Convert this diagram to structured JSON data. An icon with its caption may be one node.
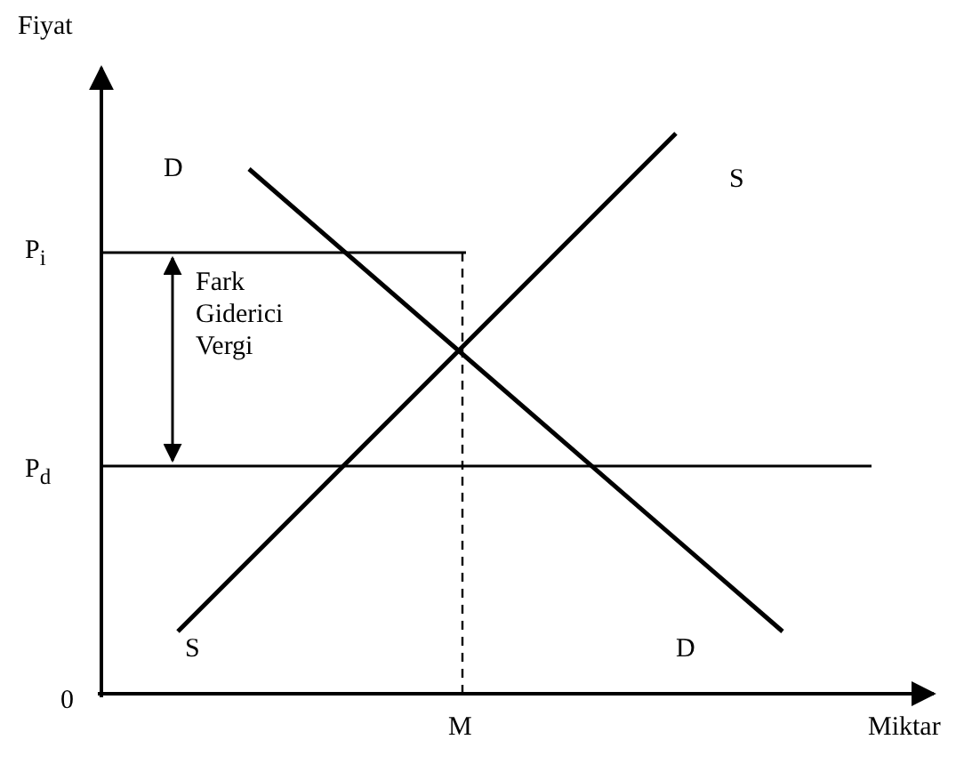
{
  "diagram": {
    "labels": [
      "Fiyat",
      "D",
      "S",
      "P$_{i}$",
      "Fark Giderici Vergi",
      "P$_{d}$",
      "S",
      "D",
      "0",
      "M",
      "Miktar"
    ]
  }
}
